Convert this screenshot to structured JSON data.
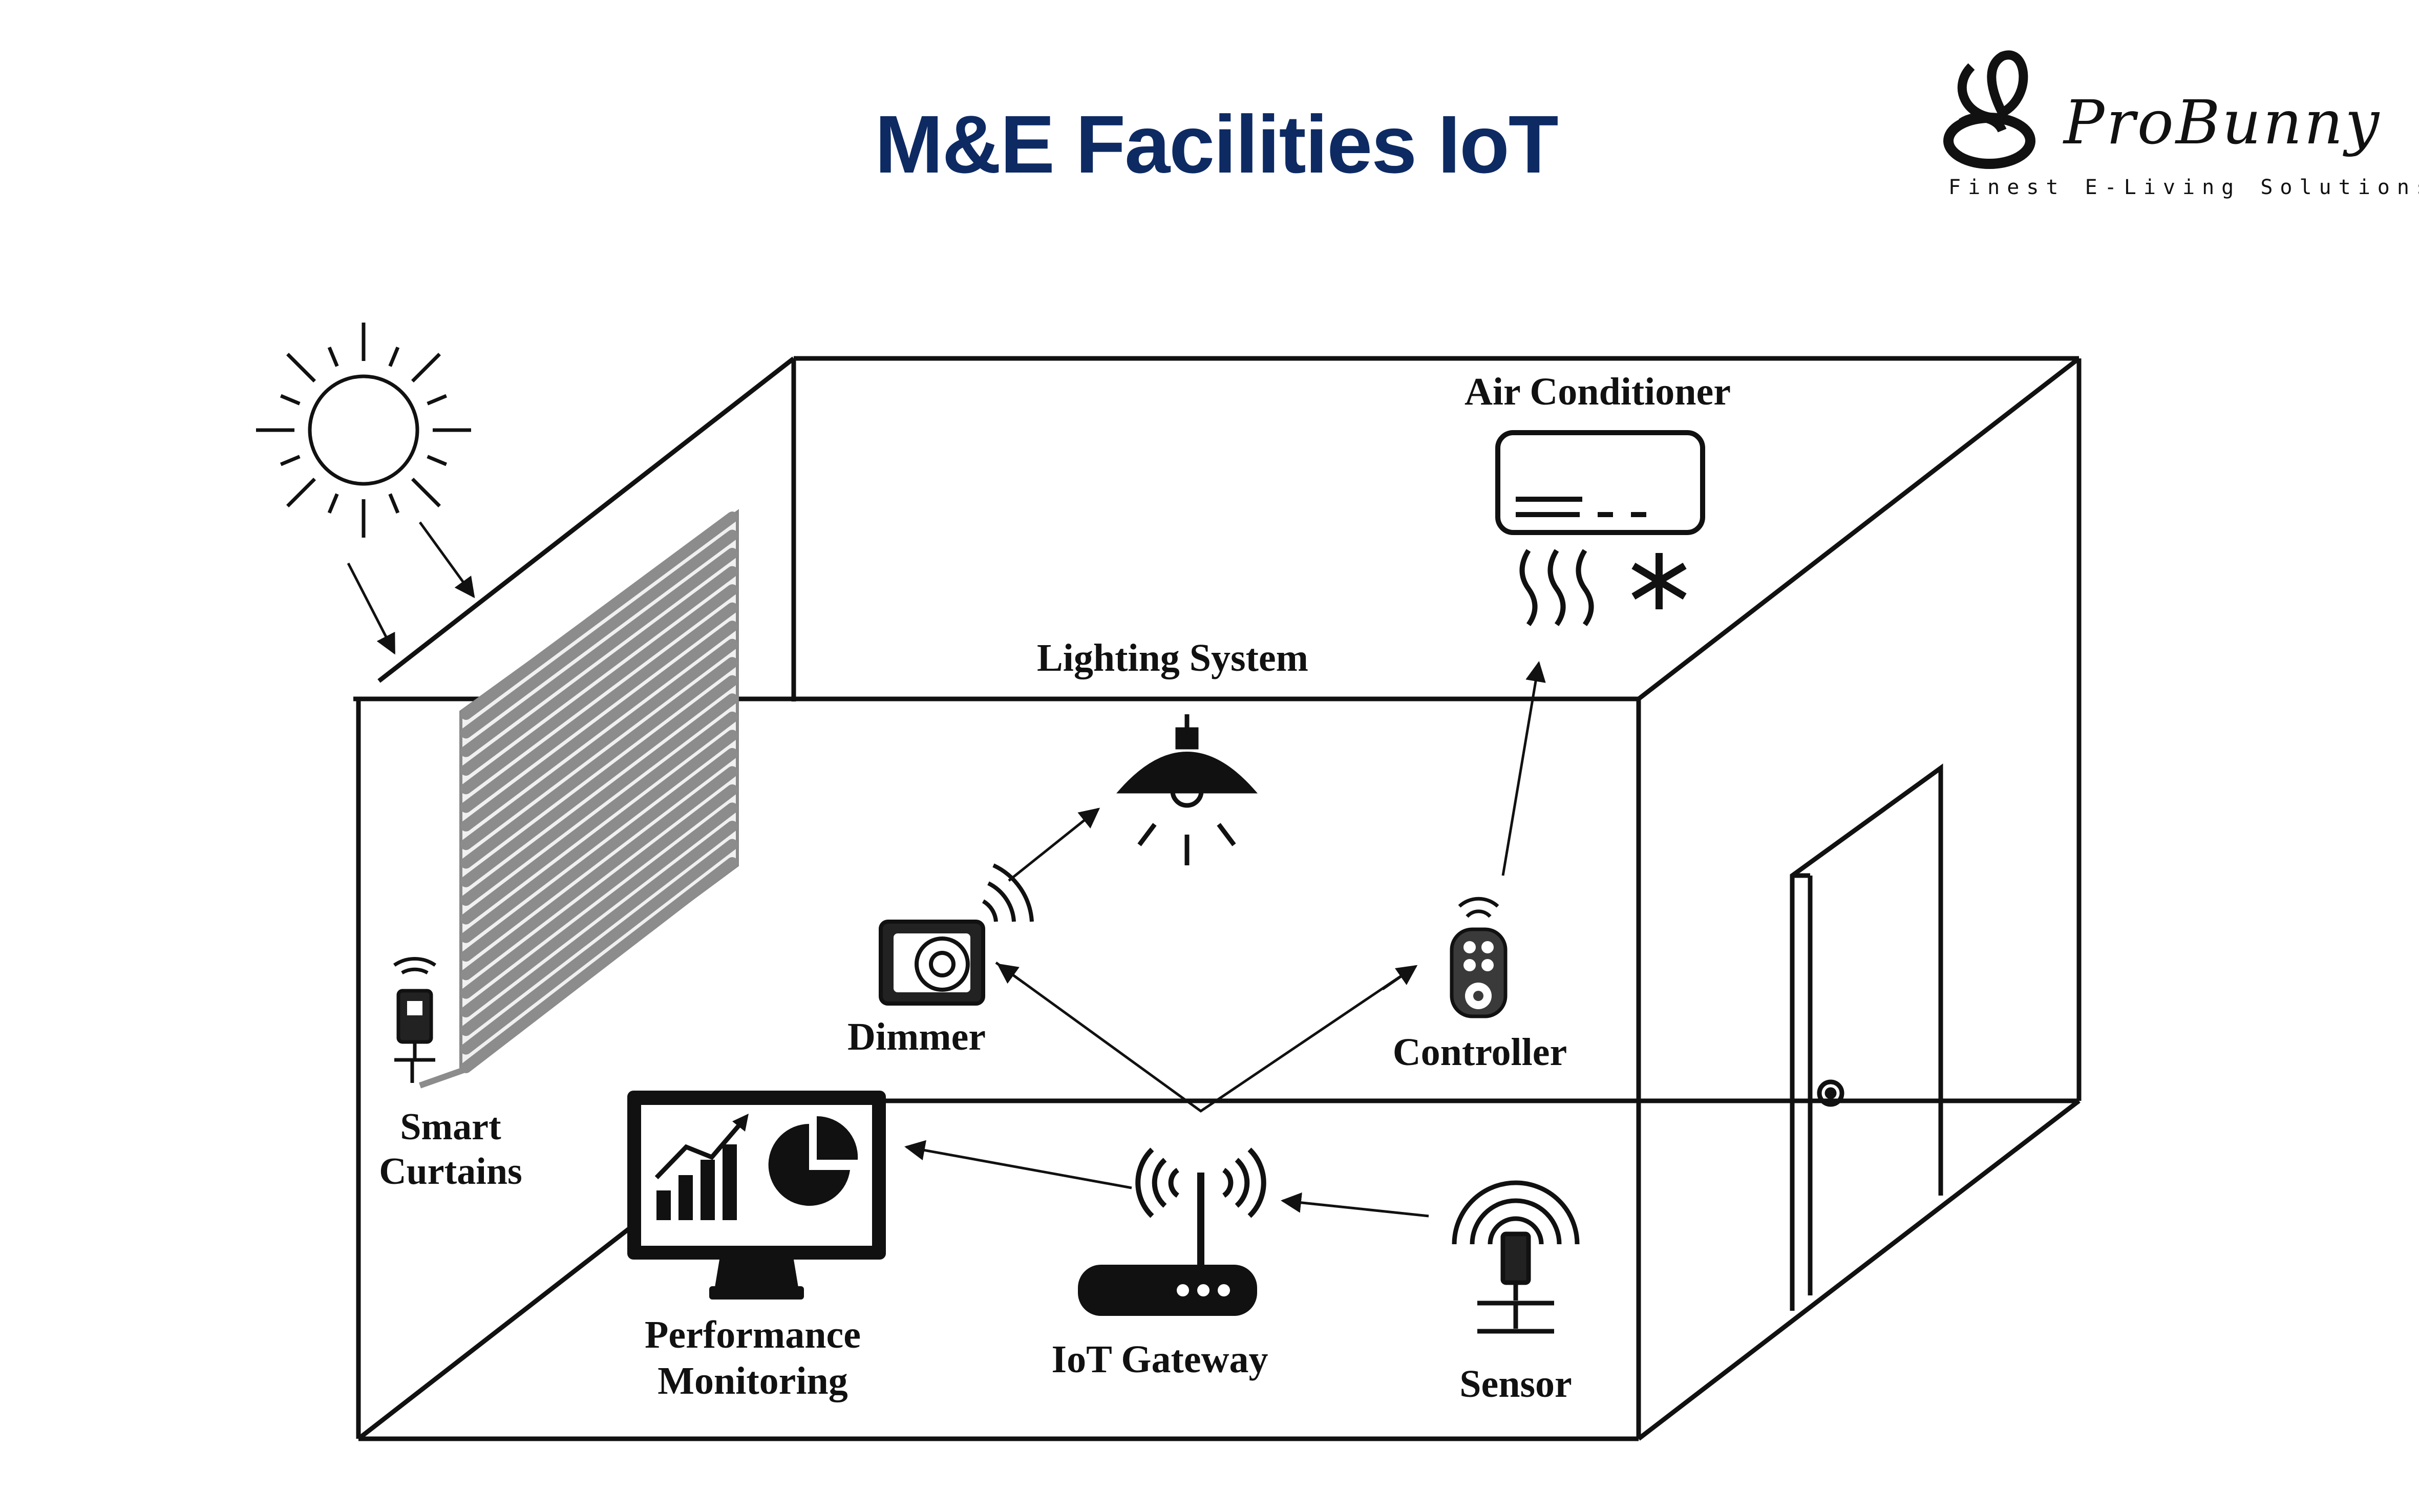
{
  "title": "M&E Facilities IoT",
  "logo": {
    "name": "ProBunny",
    "tagline": "Finest E-Living Solutions"
  },
  "labels": {
    "air_conditioner": "Air Conditioner",
    "lighting_system": "Lighting System",
    "dimmer": "Dimmer",
    "controller": "Controller",
    "smart_curtains_line1": "Smart",
    "smart_curtains_line2": "Curtains",
    "performance_line1": "Performance",
    "performance_line2": "Monitoring",
    "iot_gateway": "IoT Gateway",
    "sensor": "Sensor"
  },
  "icons": [
    "sun-icon",
    "air-conditioner-icon",
    "lamp-icon",
    "dimmer-icon",
    "remote-controller-icon",
    "curtain-switch-icon",
    "monitor-chart-icon",
    "router-icon",
    "sensor-icon",
    "door-icon"
  ],
  "colors": {
    "title": "#0d2a63",
    "ink": "#111111",
    "curtain": "#8c8c8c"
  }
}
